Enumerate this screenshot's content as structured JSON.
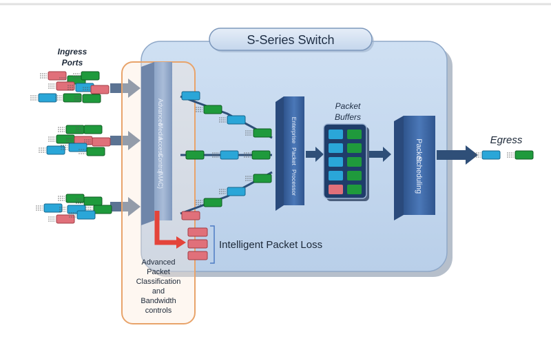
{
  "diagram": {
    "title": "S-Series Switch",
    "ingress_label_line1": "Ingress",
    "ingress_label_line2": "Ports",
    "mac_label": [
      "Advanced",
      "Media",
      "Access",
      "Control",
      "(MAC)"
    ],
    "processor_label": [
      "Enterprise",
      "Packet",
      "Processor"
    ],
    "buffers_label_line1": "Packet",
    "buffers_label_line2": "Buffers",
    "scheduler_label_line1": "Packet",
    "scheduler_label_line2": "Scheduling",
    "egress_label": "Egress",
    "loss_label": "Intelligent Packet Loss",
    "classification_label": [
      "Advanced",
      "Packet",
      "Classification",
      "and",
      "Bandwidth",
      "controls"
    ]
  },
  "colors": {
    "packet_blue": "#2aa6d8",
    "packet_green": "#1f9a3c",
    "packet_red": "#e0707a",
    "switch_body": "#c7d9ef",
    "module_blue": "#3a64a4",
    "arrow": "#2f4f78",
    "highlight_orange": "#e8a36a",
    "loss_arrow": "#e4443a"
  }
}
